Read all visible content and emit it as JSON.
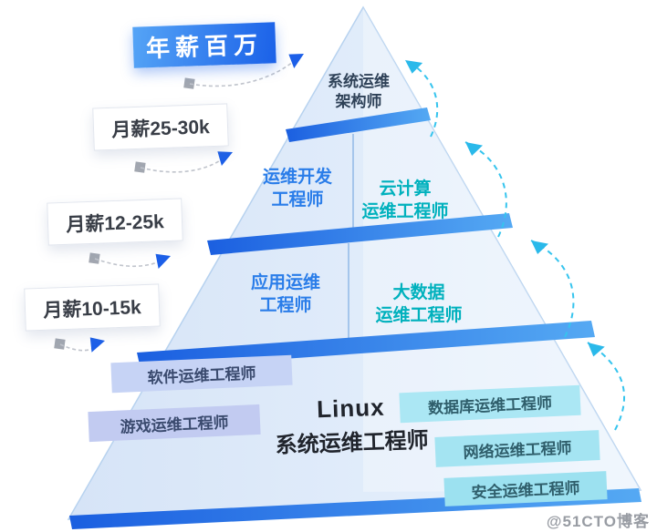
{
  "badges": {
    "top": "年薪百万",
    "salaries": [
      "月薪25-30k",
      "月薪12-25k",
      "月薪10-15k"
    ]
  },
  "pyramid": {
    "tier1": {
      "line1": "系统运维",
      "line2": "架构师"
    },
    "tier2_left": {
      "line1": "运维开发",
      "line2": "工程师"
    },
    "tier2_right": {
      "line1": "云计算",
      "line2": "运维工程师"
    },
    "tier3_left": {
      "line1": "应用运维",
      "line2": "工程师"
    },
    "tier3_right": {
      "line1": "大数据",
      "line2": "运维工程师"
    },
    "base": {
      "line1": "Linux",
      "line2": "系统运维工程师"
    },
    "side_labels": {
      "software": "软件运维工程师",
      "game": "游戏运维工程师",
      "database": "数据库运维工程师",
      "network": "网络运维工程师",
      "security": "安全运维工程师"
    }
  },
  "watermark": "@51CTO博客",
  "colors": {
    "blue_text": "#2a7de9",
    "teal_text": "#00b1bd",
    "band_dark": "#1b5fe0",
    "band_light": "#55a9f3",
    "badge_gradient_start": "#55a4f6",
    "badge_gradient_end": "#1b61e8",
    "cyan_arrow": "#35c4ee",
    "blue_arrow": "#1c5fe8",
    "pyramid_fill_left": "#d6e4f7",
    "pyramid_fill_right": "#eaf3fd"
  }
}
